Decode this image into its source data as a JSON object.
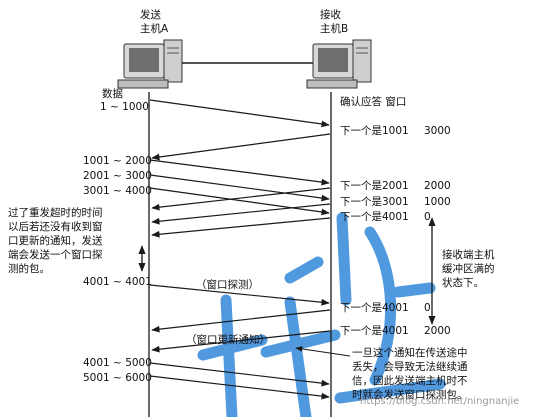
{
  "hosts": {
    "sender": {
      "line1": "发送",
      "line2": "主机A"
    },
    "receiver": {
      "line1": "接收",
      "line2": "主机B"
    }
  },
  "left_labels": {
    "data_header": "数据",
    "seg_1": "1 ~ 1000",
    "seg_2": "1001 ~ 2000",
    "seg_3": "2001 ~ 3000",
    "seg_4": "3001 ~ 4000",
    "seg_5": "4001 ~ 4001",
    "seg_6": "4001 ~ 5000",
    "seg_7": "5001 ~ 6000"
  },
  "right_labels": {
    "ack_header": "确认应答 窗口",
    "ack_1": {
      "next": "下一个是1001",
      "window": "3000"
    },
    "ack_2": {
      "next": "下一个是2001",
      "window": "2000"
    },
    "ack_3": {
      "next": "下一个是3001",
      "window": "1000"
    },
    "ack_4": {
      "next": "下一个是4001",
      "window": "0"
    },
    "ack_5": {
      "next": "下一个是4001",
      "window": "0"
    },
    "ack_6": {
      "next": "下一个是4001",
      "window": "2000"
    }
  },
  "arrow_labels": {
    "probe": "（窗口探测）",
    "update": "（窗口更新通知）"
  },
  "notes": {
    "left": [
      "过了重发超时的时间",
      "以后若还没有收到窗",
      "口更新的通知，发送",
      "端会发送一个窗口探",
      "测的包。"
    ],
    "right": [
      "接收端主机",
      "缓冲区满的",
      "状态下。"
    ],
    "bottom": [
      "一旦这个通知在传送途中",
      "丢失，会导致无法继续通",
      "信，因此发送端主机时不",
      "时就会发送窗口探测包。"
    ]
  },
  "watermark": "https://blog.csdn.net/ningnanjie",
  "colors": {
    "line": "#1a1a1a",
    "watermark": "#3f8fdc"
  }
}
